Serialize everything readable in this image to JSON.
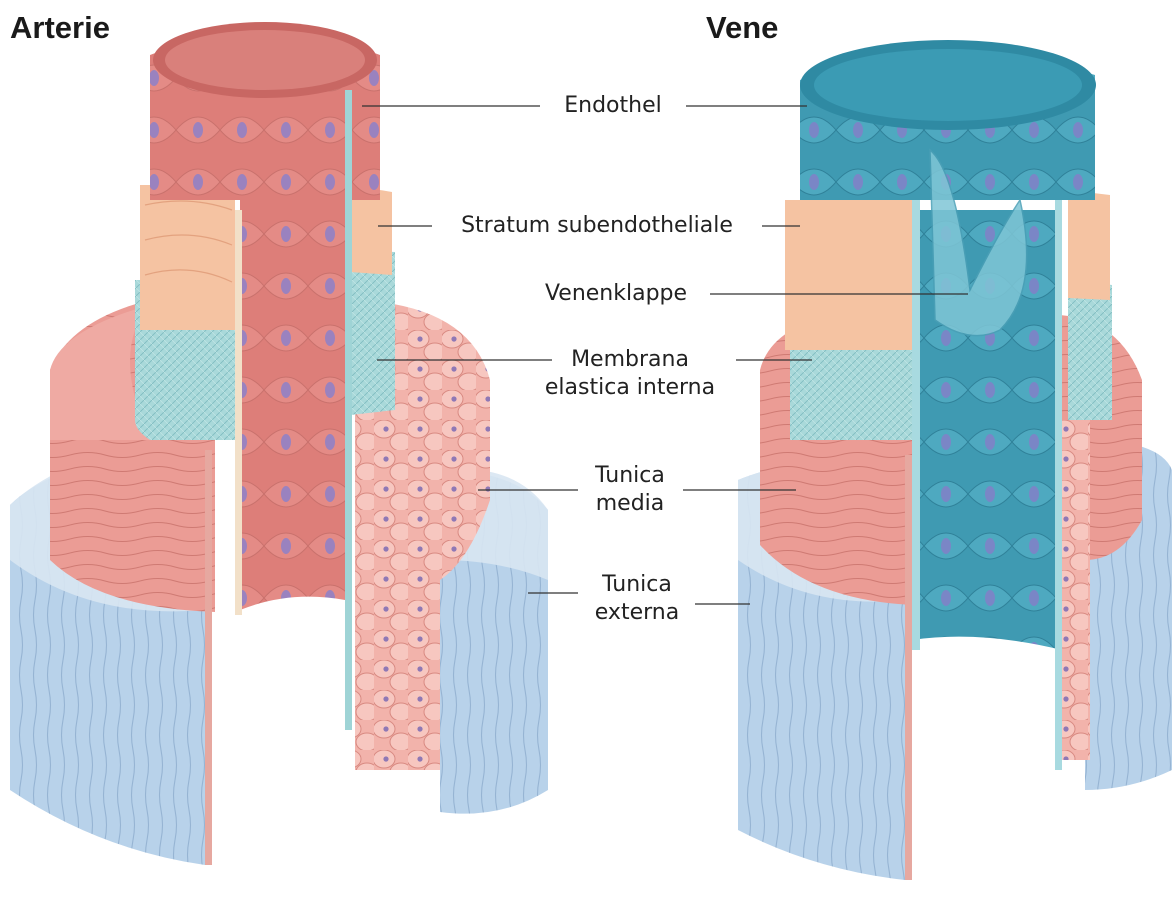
{
  "titles": {
    "artery": "Arterie",
    "vein": "Vene"
  },
  "labels": {
    "endothel": "Endothel",
    "subendothel": "Stratum subendotheliale",
    "venenklappe": "Venenklappe",
    "membrana_1": "Membrana",
    "membrana_2": "elastica interna",
    "media_1": "Tunica",
    "media_2": "media",
    "externa_1": "Tunica",
    "externa_2": "externa"
  },
  "colors": {
    "artery_endothel": "#e38c86",
    "subendothel": "#f6c4a4",
    "membrana": "#a6d8d8",
    "media": "#ea9a94",
    "externa": "#b9d3ea",
    "vein_lumen": "#4aa6bd",
    "nucleus": "#9a86c0"
  }
}
